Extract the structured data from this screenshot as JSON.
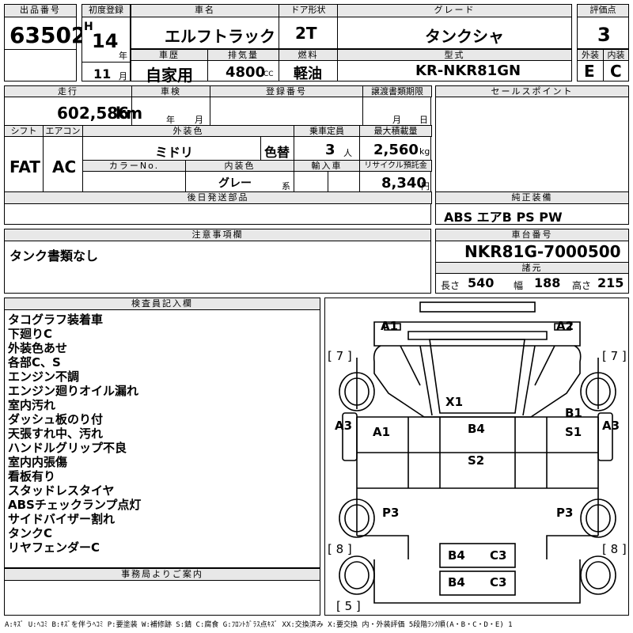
{
  "header": {
    "lot_label": "出品番号",
    "lot_no": "63502",
    "first_reg_label": "初度登録",
    "era": "H",
    "year": "14",
    "year_unit": "年",
    "month": "11",
    "month_unit": "月",
    "car_name_label": "車名",
    "car_name": "エルフトラック",
    "door_label": "ドア形状",
    "door": "2T",
    "grade_label": "グレード",
    "grade": "タンクシャ",
    "score_label": "評価点",
    "score": "3",
    "history_label": "車歴",
    "history": "自家用",
    "displacement_label": "排気量",
    "displacement": "4800",
    "displacement_unit": "CC",
    "fuel_label": "燃料",
    "fuel": "軽油",
    "model_label": "型式",
    "model": "KR-NKR81GN",
    "exterior_label": "外装",
    "exterior": "E",
    "interior_label": "内装",
    "interior": "C"
  },
  "row2": {
    "mileage_label": "走行",
    "mileage": "602,586",
    "mileage_unit": "km",
    "inspection_label": "車検",
    "insp_year": "年",
    "insp_month": "月",
    "reg_no_label": "登録番号",
    "transfer_label": "譲渡書類期限",
    "transfer_month": "月",
    "transfer_day": "日",
    "sales_label": "セールスポイント",
    "shift_label": "シフト",
    "shift": "FAT",
    "ac_label": "エアコン",
    "ac": "AC",
    "color_label": "外装色",
    "color": "ミドリ",
    "color_change": "色替",
    "capacity_label": "乗車定員",
    "capacity": "3",
    "capacity_unit": "人",
    "load_label": "最大積載量",
    "load": "2,560",
    "load_unit": "kg",
    "color_no_label": "カラーNo.",
    "int_color_label": "内装色",
    "int_color": "グレー",
    "int_color_unit": "系",
    "import_label": "輸入車",
    "recycle_label": "リサイクル預託金",
    "recycle": "8,340",
    "recycle_unit": "円",
    "later_parts_label": "後日発送部品",
    "equip_label": "純正装備",
    "equip": "ABS エアB PS PW"
  },
  "notes": {
    "caution_label": "注意事項欄",
    "caution": "タンク書類なし",
    "chassis_label": "車台番号",
    "chassis": "NKR81G-7000500",
    "spec_label": "諸元",
    "length_label": "長さ",
    "length": "540",
    "width_label": "幅",
    "width": "188",
    "height_label": "高さ",
    "height": "215",
    "inspector_label": "検査員記入欄",
    "inspector_lines": [
      "タコグラフ装着車",
      "下廻りC",
      "外装色あせ",
      "各部C、S",
      "エンジン不調",
      "エンジン廻りオイル漏れ",
      "室内汚れ",
      "ダッシュ板のり付",
      "天張すれ中、汚れ",
      "ハンドルグリップ不良",
      "室内内張傷",
      "看板有り",
      "スタッドレスタイヤ",
      "ABSチェックランプ点灯",
      "サイドバイザー割れ",
      "タンクC",
      "リヤフェンダーC"
    ],
    "office_label": "事務局よりご案内"
  },
  "diagram": {
    "marks": [
      "A1",
      "A2",
      "[ 7 ]",
      "[ 7 ]",
      "X1",
      "B1",
      "A3",
      "A1",
      "B4",
      "S1",
      "A3",
      "S2",
      "P3",
      "P3",
      "[ 8 ]",
      "[ 8 ]",
      "B4",
      "C3",
      "B4",
      "C3",
      "[ 5 ]"
    ]
  },
  "footer": {
    "legend": "A:ｷｽﾞ U:ﾍｺﾐ B:ｷｽﾞを伴うﾍｺﾐ P:要塗装 W:補修跡 S:錆 C:腐食 G:ﾌﾛﾝﾄｶﾞﾗｽ点ｷｽﾞ XX:交換済み X:要交換  内・外装評価  5段階ﾗﾝｸ順(A・B・C・D・E) 1"
  }
}
